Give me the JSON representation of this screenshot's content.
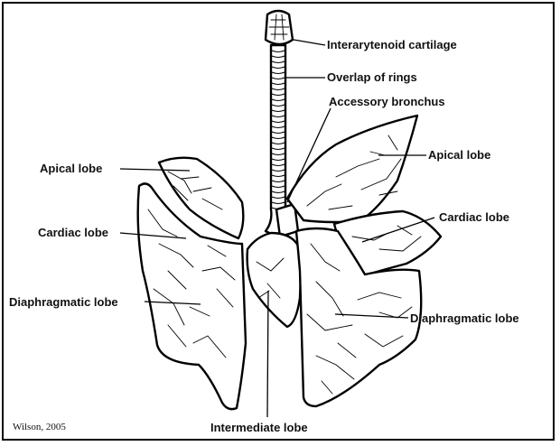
{
  "labels": {
    "interarytenoid": "Interarytenoid cartilage",
    "overlap": "Overlap of rings",
    "accessory": "Accessory bronchus",
    "apical_left": "Apical lobe",
    "apical_right": "Apical lobe",
    "cardiac_left": "Cardiac lobe",
    "cardiac_right": "Cardiac lobe",
    "diaphragmatic_left": "Diaphragmatic lobe",
    "diaphragmatic_right": "Diaphragmatic lobe",
    "intermediate": "Intermediate lobe"
  },
  "credit": "Wilson, 2005"
}
